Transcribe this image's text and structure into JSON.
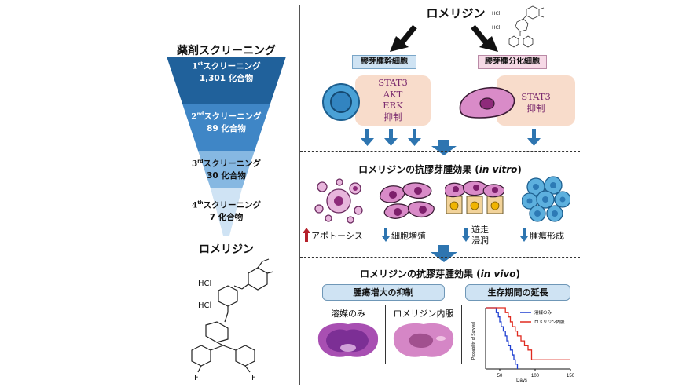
{
  "left": {
    "title": "薬剤スクリーニング",
    "funnel": [
      {
        "stage_num": "1",
        "stage_sup": "st",
        "stage_text": "スクリーニング",
        "count": "1,301 化合物",
        "color": "#20619b"
      },
      {
        "stage_num": "2",
        "stage_sup": "nd",
        "stage_text": "スクリーニング",
        "count": "89 化合物",
        "color": "#3f86c6"
      },
      {
        "stage_num": "3",
        "stage_sup": "rd",
        "stage_text": "スクリーニング",
        "count": "30 化合物",
        "color": "#86b8e2"
      },
      {
        "stage_num": "4",
        "stage_sup": "th",
        "stage_text": "スクリーニング",
        "count": "7 化合物",
        "color": "#c5ddf1"
      }
    ],
    "drug_name": "ロメリジン",
    "hcl1": "HCl",
    "hcl2": "HCl",
    "f1": "F",
    "f2": "F"
  },
  "right": {
    "drug_title": "ロメリジン",
    "struct_hcl1": "HCl",
    "struct_hcl2": "HCl",
    "stem_label": "膠芽腫幹細胞",
    "diff_label": "膠芽腫分化細胞",
    "stem_targets": [
      "STAT3",
      "AKT",
      "ERK",
      "抑制"
    ],
    "diff_targets": [
      "STAT3",
      "抑制"
    ],
    "vitro_title_main": "ロメリジンの抗膠芽腫効果 (",
    "vitro_title_italic": "in vitro",
    "vitro_title_end": ")",
    "vitro_effects": [
      "アポトーシス",
      "細胞増殖",
      "遊走",
      "浸潤",
      "腫瘍形成"
    ],
    "vivo_title_main": "ロメリジンの抗膠芽腫効果 (",
    "vivo_title_italic": "in vivo",
    "vivo_title_end": ")",
    "tumor_label": "腫瘍増大の抑制",
    "survival_label": "生存期間の延長",
    "img_label_1": "溶媒のみ",
    "img_label_2": "ロメリジン内服",
    "colors": {
      "up_arrow": "#b5202a",
      "down_arrow": "#2e75b0",
      "cell_purple": "#8e2a7a",
      "cell_pink": "#d98bc8"
    }
  },
  "chart_data": {
    "type": "line",
    "xlabel": "Days",
    "ylabel": "Probability of Survival",
    "xticks": [
      50,
      100,
      150
    ],
    "xlim": [
      30,
      150
    ],
    "ylim": [
      0,
      100
    ],
    "series": [
      {
        "name": "溶媒のみ",
        "color": "#1f3fd1",
        "x": [
          30,
          40,
          45,
          48,
          50,
          52,
          55,
          58,
          60,
          62,
          65,
          68,
          70,
          72,
          75
        ],
        "y": [
          100,
          100,
          92,
          85,
          77,
          69,
          62,
          54,
          46,
          38,
          31,
          23,
          15,
          8,
          0
        ]
      },
      {
        "name": "ロメリジン内服",
        "color": "#e02a1f",
        "x": [
          30,
          55,
          58,
          62,
          65,
          68,
          72,
          75,
          80,
          85,
          90,
          95,
          150
        ],
        "y": [
          100,
          100,
          92,
          85,
          77,
          69,
          62,
          54,
          46,
          38,
          31,
          15,
          15
        ]
      }
    ]
  }
}
